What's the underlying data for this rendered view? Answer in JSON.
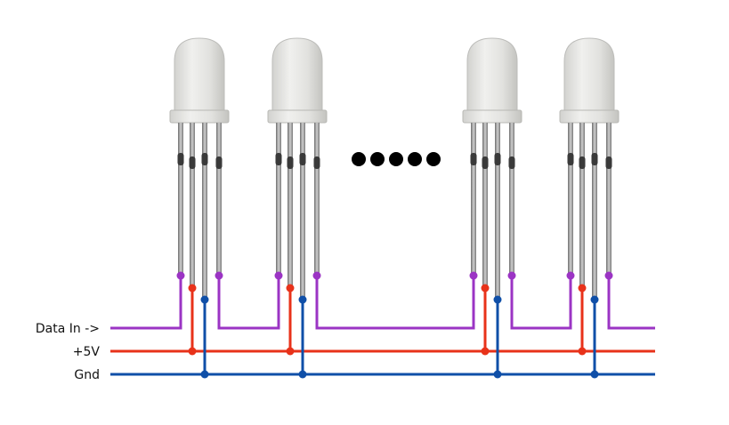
{
  "diagram": {
    "labels": {
      "data_in": "Data In ->",
      "vcc": "+5V",
      "gnd": "Gnd"
    },
    "colors": {
      "data": "#9b34c4",
      "vcc": "#e8321a",
      "gnd": "#0f4fa8",
      "led_body": "#e6e6e4",
      "led_shadow": "#c9c9c6",
      "leg": "#8d8d8d",
      "ellipsis": "#000000"
    },
    "led_count_shown": 4,
    "ellipsis_dots": 5
  }
}
